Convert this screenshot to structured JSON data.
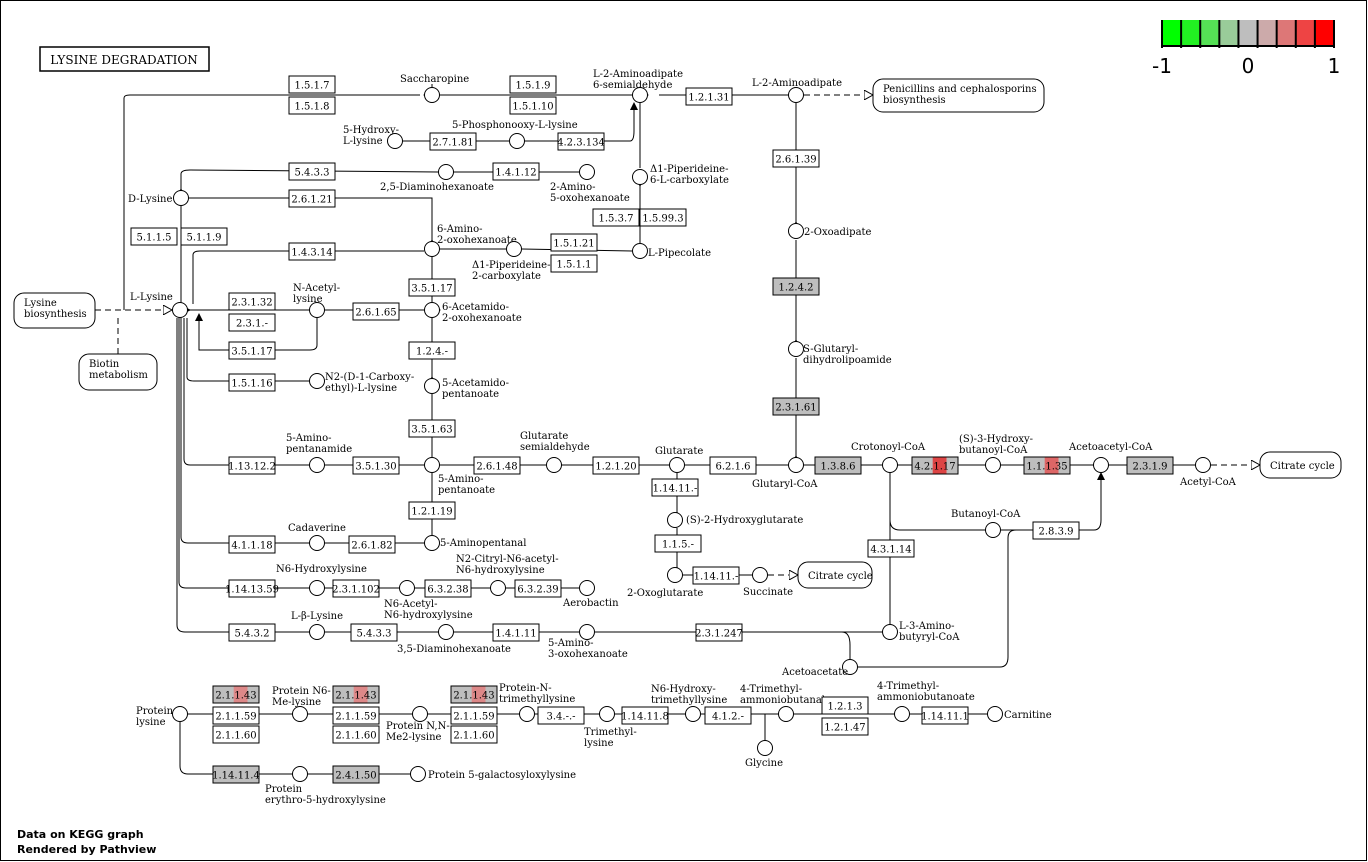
{
  "title": "LYSINE DEGRADATION",
  "legend": {
    "labels": [
      "-1",
      "0",
      "1"
    ],
    "colors": [
      "#00ff00",
      "#22f022",
      "#55e055",
      "#99cc99",
      "#bebebe",
      "#ccaaaa",
      "#dd7777",
      "#ee4444",
      "#ff0000"
    ]
  },
  "footer": {
    "line1": "Data on KEGG graph",
    "line2": "Rendered by Pathview"
  },
  "enzymes": [
    {
      "id": "e1517",
      "label": "1.5.1.7",
      "fill": "#ffffff"
    },
    {
      "id": "e1518",
      "label": "1.5.1.8",
      "fill": "#ffffff"
    },
    {
      "id": "e1519",
      "label": "1.5.1.9",
      "fill": "#ffffff"
    },
    {
      "id": "e15110",
      "label": "1.5.1.10",
      "fill": "#ffffff"
    },
    {
      "id": "e12131",
      "label": "1.2.1.31",
      "fill": "#ffffff"
    },
    {
      "id": "e27181",
      "label": "2.7.1.81",
      "fill": "#ffffff"
    },
    {
      "id": "e423134",
      "label": "4.2.3.134",
      "fill": "#ffffff"
    },
    {
      "id": "e5433a",
      "label": "5.4.3.3",
      "fill": "#ffffff"
    },
    {
      "id": "e14112",
      "label": "1.4.1.12",
      "fill": "#ffffff"
    },
    {
      "id": "e26121",
      "label": "2.6.1.21",
      "fill": "#ffffff"
    },
    {
      "id": "e2613a",
      "label": "2.6.1.39",
      "fill": "#ffffff"
    },
    {
      "id": "e1537",
      "label": "1.5.3.7",
      "fill": "#ffffff"
    },
    {
      "id": "e15993",
      "label": "1.5.99.3",
      "fill": "#ffffff"
    },
    {
      "id": "e5115",
      "label": "5.1.1.5",
      "fill": "#ffffff"
    },
    {
      "id": "e5119",
      "label": "5.1.1.9",
      "fill": "#ffffff"
    },
    {
      "id": "e14314",
      "label": "1.4.3.14",
      "fill": "#ffffff"
    },
    {
      "id": "e15121",
      "label": "1.5.1.21",
      "fill": "#ffffff"
    },
    {
      "id": "e1511",
      "label": "1.5.1.1",
      "fill": "#ffffff"
    },
    {
      "id": "e1242",
      "label": "1.2.4.2",
      "fill": "#bebebe"
    },
    {
      "id": "e23132",
      "label": "2.3.1.32",
      "fill": "#ffffff"
    },
    {
      "id": "e231x",
      "label": "2.3.1.-",
      "fill": "#ffffff"
    },
    {
      "id": "e35117a",
      "label": "3.5.1.17",
      "fill": "#ffffff"
    },
    {
      "id": "e26165",
      "label": "2.6.1.65",
      "fill": "#ffffff"
    },
    {
      "id": "e35117b",
      "label": "3.5.1.17",
      "fill": "#ffffff"
    },
    {
      "id": "e124x",
      "label": "1.2.4.-",
      "fill": "#ffffff"
    },
    {
      "id": "e15116",
      "label": "1.5.1.16",
      "fill": "#ffffff"
    },
    {
      "id": "e23161",
      "label": "2.3.1.61",
      "fill": "#bebebe"
    },
    {
      "id": "e35163",
      "label": "3.5.1.63",
      "fill": "#ffffff"
    },
    {
      "id": "e113122",
      "label": "1.13.12.2",
      "fill": "#ffffff"
    },
    {
      "id": "e35130",
      "label": "3.5.1.30",
      "fill": "#ffffff"
    },
    {
      "id": "e26148",
      "label": "2.6.1.48",
      "fill": "#ffffff"
    },
    {
      "id": "e12120",
      "label": "1.2.1.20",
      "fill": "#ffffff"
    },
    {
      "id": "e6216",
      "label": "6.2.1.6",
      "fill": "#ffffff"
    },
    {
      "id": "e1386",
      "label": "1.3.8.6",
      "fill": "#bebebe"
    },
    {
      "id": "e42117",
      "label": "4.2.1.17",
      "fill": "#bebebe",
      "hi": "#dd4444"
    },
    {
      "id": "e11135",
      "label": "1.1.1.35",
      "fill": "#bebebe",
      "hi": "#dd6666"
    },
    {
      "id": "e2319",
      "label": "2.3.1.9",
      "fill": "#bebebe"
    },
    {
      "id": "e11411a",
      "label": "1.14.11.-",
      "fill": "#ffffff"
    },
    {
      "id": "e12119",
      "label": "1.2.1.19",
      "fill": "#ffffff"
    },
    {
      "id": "e115x",
      "label": "1.1.5.-",
      "fill": "#ffffff"
    },
    {
      "id": "e11411b",
      "label": "1.14.11.-",
      "fill": "#ffffff"
    },
    {
      "id": "e2839",
      "label": "2.8.3.9",
      "fill": "#ffffff"
    },
    {
      "id": "e41118",
      "label": "4.1.1.18",
      "fill": "#ffffff"
    },
    {
      "id": "e26182",
      "label": "2.6.1.82",
      "fill": "#ffffff"
    },
    {
      "id": "e43114",
      "label": "4.3.1.14",
      "fill": "#ffffff"
    },
    {
      "id": "e1141359",
      "label": "1.14.13.59",
      "fill": "#ffffff"
    },
    {
      "id": "e231102",
      "label": "2.3.1.102",
      "fill": "#ffffff"
    },
    {
      "id": "e63238",
      "label": "6.3.2.38",
      "fill": "#ffffff"
    },
    {
      "id": "e63239",
      "label": "6.3.2.39",
      "fill": "#ffffff"
    },
    {
      "id": "e5432",
      "label": "5.4.3.2",
      "fill": "#ffffff"
    },
    {
      "id": "e5433b",
      "label": "5.4.3.3",
      "fill": "#ffffff"
    },
    {
      "id": "e14111",
      "label": "1.4.1.11",
      "fill": "#ffffff"
    },
    {
      "id": "e231247",
      "label": "2.3.1.247",
      "fill": "#ffffff"
    },
    {
      "id": "e21143a",
      "label": "2.1.1.43",
      "fill": "#bebebe",
      "hi": "#dd8888"
    },
    {
      "id": "e21159a",
      "label": "2.1.1.59",
      "fill": "#ffffff"
    },
    {
      "id": "e21160a",
      "label": "2.1.1.60",
      "fill": "#ffffff"
    },
    {
      "id": "e21143b",
      "label": "2.1.1.43",
      "fill": "#bebebe",
      "hi": "#dd8888"
    },
    {
      "id": "e21159b",
      "label": "2.1.1.59",
      "fill": "#ffffff"
    },
    {
      "id": "e21160b",
      "label": "2.1.1.60",
      "fill": "#ffffff"
    },
    {
      "id": "e21143c",
      "label": "2.1.1.43",
      "fill": "#bebebe",
      "hi": "#dd8888"
    },
    {
      "id": "e21159c",
      "label": "2.1.1.59",
      "fill": "#ffffff"
    },
    {
      "id": "e21160c",
      "label": "2.1.1.60",
      "fill": "#ffffff"
    },
    {
      "id": "e34x",
      "label": "3.4.-.-",
      "fill": "#ffffff"
    },
    {
      "id": "e114118",
      "label": "1.14.11.8",
      "fill": "#ffffff"
    },
    {
      "id": "e412x",
      "label": "4.1.2.-",
      "fill": "#ffffff"
    },
    {
      "id": "e1213",
      "label": "1.2.1.3",
      "fill": "#ffffff"
    },
    {
      "id": "e12147",
      "label": "1.2.1.47",
      "fill": "#ffffff"
    },
    {
      "id": "e114111",
      "label": "1.14.11.1",
      "fill": "#ffffff"
    },
    {
      "id": "e114114",
      "label": "1.14.11.4",
      "fill": "#bebebe"
    },
    {
      "id": "e24150",
      "label": "2.4.1.50",
      "fill": "#bebebe"
    }
  ],
  "compounds": [
    {
      "id": "c_sacch",
      "label": "Saccharopine"
    },
    {
      "id": "c_l2ase",
      "label": "L-2-Aminoadipate 6-semialdehyde"
    },
    {
      "id": "c_l2aa",
      "label": "L-2-Aminoadipate"
    },
    {
      "id": "c_5hl",
      "label": "5-Hydroxy- L-lysine"
    },
    {
      "id": "c_5pl",
      "label": "5-Phosphonooxy-L-lysine"
    },
    {
      "id": "c_pip6c",
      "label": "Δ1-Piperideine- 6-L-carboxylate"
    },
    {
      "id": "c_dlys",
      "label": "D-Lysine"
    },
    {
      "id": "c_25dah",
      "label": "2,5-Diaminohexanoate"
    },
    {
      "id": "c_2a5o",
      "label": "2-Amino- 5-oxohexanoate"
    },
    {
      "id": "c_6a2o",
      "label": "6-Amino- 2-oxohexanoate"
    },
    {
      "id": "c_pip2c",
      "label": "Δ1-Piperideine- 2-carboxylate"
    },
    {
      "id": "c_lpip",
      "label": "L-Pipecolate"
    },
    {
      "id": "c_2oxo",
      "label": "2-Oxoadipate"
    },
    {
      "id": "c_llys",
      "label": "L-Lysine"
    },
    {
      "id": "c_nalys",
      "label": "N-Acetyl- lysine"
    },
    {
      "id": "c_6aa2o",
      "label": "6-Acetamido- 2-oxohexanoate"
    },
    {
      "id": "c_sglut",
      "label": "S-Glutaryl- dihydrolipoamide"
    },
    {
      "id": "c_n2dcel",
      "label": "N2-(D-1-Carboxy- ethyl)-L-lysine"
    },
    {
      "id": "c_5acp",
      "label": "5-Acetamido- pentanoate"
    },
    {
      "id": "c_5apa",
      "label": "5-Amino- pentanamide"
    },
    {
      "id": "c_5ap",
      "label": "5-Amino- pentanoate"
    },
    {
      "id": "c_glutsa",
      "label": "Glutarate semialdehyde"
    },
    {
      "id": "c_glut",
      "label": "Glutarate"
    },
    {
      "id": "c_glutcoa",
      "label": "Glutaryl-CoA"
    },
    {
      "id": "c_crot",
      "label": "Crotonoyl-CoA"
    },
    {
      "id": "c_s3hb",
      "label": "(S)-3-Hydroxy- butanoyl-CoA"
    },
    {
      "id": "c_aacoa",
      "label": "Acetoacetyl-CoA"
    },
    {
      "id": "c_acoa",
      "label": "Acetyl-CoA"
    },
    {
      "id": "c_s2hg",
      "label": "(S)-2-Hydroxyglutarate"
    },
    {
      "id": "c_bcoa",
      "label": "Butanoyl-CoA"
    },
    {
      "id": "c_cad",
      "label": "Cadaverine"
    },
    {
      "id": "c_5apal",
      "label": "5-Aminopentanal"
    },
    {
      "id": "c_2og",
      "label": "2-Oxoglutarate"
    },
    {
      "id": "c_succ",
      "label": "Succinate"
    },
    {
      "id": "c_n6hl",
      "label": "N6-Hydroxylysine"
    },
    {
      "id": "c_n6ahl",
      "label": "N6-Acetyl- N6-hydroxylysine"
    },
    {
      "id": "c_n2c",
      "label": "N2-Citryl-N6-acetyl- N6-hydroxylysine"
    },
    {
      "id": "c_aerob",
      "label": "Aerobactin"
    },
    {
      "id": "c_lbl",
      "label": "L-β-Lysine"
    },
    {
      "id": "c_35dah",
      "label": "3,5-Diaminohexanoate"
    },
    {
      "id": "c_5a3o",
      "label": "5-Amino- 3-oxohexanoate"
    },
    {
      "id": "c_l3ab",
      "label": "L-3-Amino- butyryl-CoA"
    },
    {
      "id": "c_acac",
      "label": "Acetoacetate"
    },
    {
      "id": "c_plys",
      "label": "Protein lysine"
    },
    {
      "id": "c_pn6ml",
      "label": "Protein N6- Me-lysine"
    },
    {
      "id": "c_pnnm2",
      "label": "Protein N,N- Me2-lysine"
    },
    {
      "id": "c_pntml",
      "label": "Protein-N- trimethyllysine"
    },
    {
      "id": "c_tml",
      "label": "Trimethyl- lysine"
    },
    {
      "id": "c_n6html",
      "label": "N6-Hydroxy- trimethyllysine"
    },
    {
      "id": "c_4tmab",
      "label": "4-Trimethyl- ammoniobutanal"
    },
    {
      "id": "c_gly",
      "label": "Glycine"
    },
    {
      "id": "c_4tmabt",
      "label": "4-Trimethyl- ammoniobutanoate"
    },
    {
      "id": "c_carn",
      "label": "Carnitine"
    },
    {
      "id": "c_pe5h",
      "label": "Protein erythro-5-hydroxylysine"
    },
    {
      "id": "c_p5gl",
      "label": "Protein 5-galactosyloxylysine"
    }
  ],
  "maps": [
    {
      "id": "m_pen",
      "label": "Penicillins and cephalosporins biosynthesis"
    },
    {
      "id": "m_lysbio",
      "label": "Lysine biosynthesis"
    },
    {
      "id": "m_biotin",
      "label": "Biotin metabolism"
    },
    {
      "id": "m_citrate1",
      "label": "Citrate cycle"
    },
    {
      "id": "m_citrate2",
      "label": "Citrate cycle"
    }
  ]
}
